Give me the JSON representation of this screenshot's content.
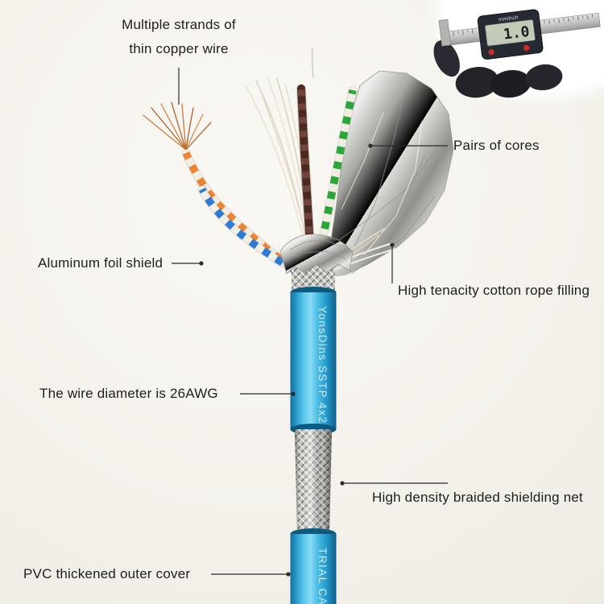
{
  "page": {
    "background": "#f5f2ec"
  },
  "annotations": {
    "copper_line1": "Multiple strands of",
    "copper_line2": "thin copper wire",
    "pairs": "Pairs of cores",
    "foil": "Aluminum foil shield",
    "cotton": "High tenacity cotton rope filling",
    "awg": "The wire diameter is 26AWG",
    "braid": "High density braided shielding net",
    "pvc": "PVC thickened outer cover"
  },
  "cable": {
    "print_upper": "YonsDins  SSTP 4x2",
    "print_lower": "TRIAL CAB",
    "jacket_color": "#2aa7db",
    "pair_colors": [
      "#ee8430",
      "#2f7bd4",
      "#5a3125",
      "#2aa63b"
    ]
  },
  "caliper": {
    "display_value": "1.0",
    "unit_label": "mm/inch"
  }
}
